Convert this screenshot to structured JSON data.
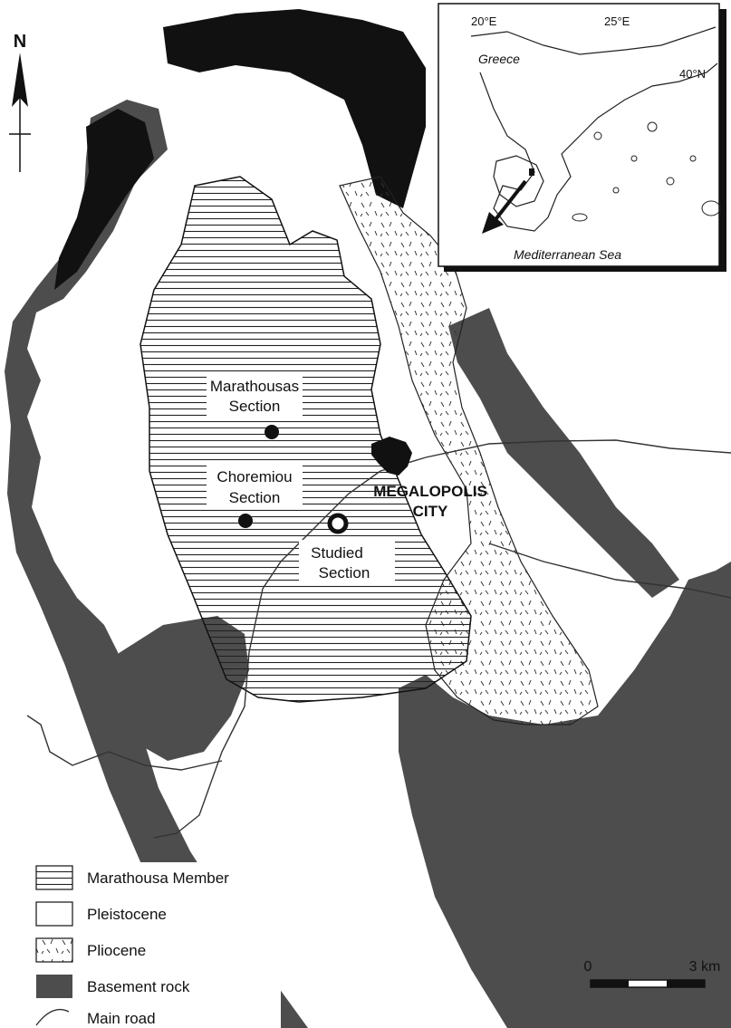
{
  "north_label": "N",
  "labels": {
    "marathousas": [
      "Marathousas",
      "Section"
    ],
    "choremiou": [
      "Choremiou",
      "Section"
    ],
    "studied": [
      "Studied",
      "Section"
    ],
    "city": [
      "MEGALOPOLIS",
      "CITY"
    ]
  },
  "inset": {
    "lon_1": "20°E",
    "lon_2": "25°E",
    "lat_1": "40°N",
    "country": "Greece",
    "sea": "Mediterranean Sea"
  },
  "legend": {
    "items": [
      "Marathousa  Member",
      "Pleistocene",
      "Pliocene",
      "Basement rock",
      "Main road"
    ]
  },
  "scale": {
    "start": "0",
    "end": "3 km"
  },
  "colors": {
    "basement": "#4d4d4d",
    "black_unit": "#111111",
    "hatch": "#222222",
    "road": "#333333"
  }
}
